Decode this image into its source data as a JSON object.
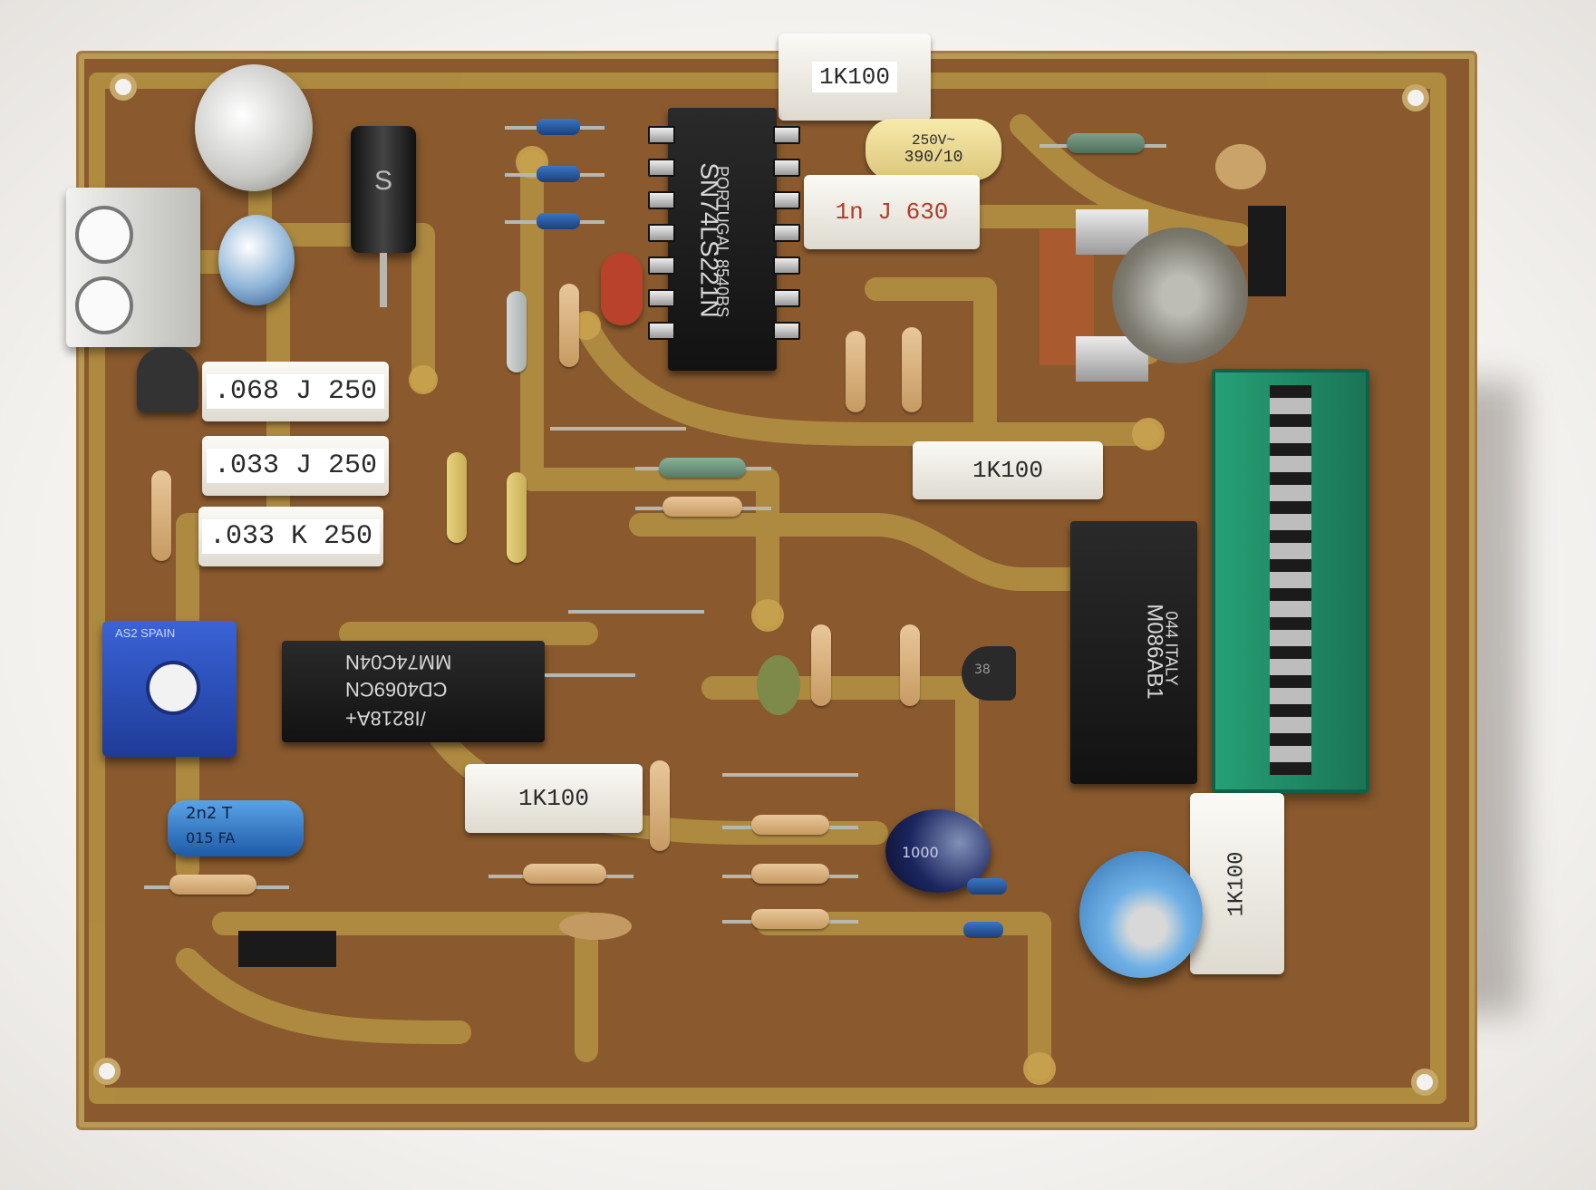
{
  "components": {
    "cap_top_left_1k": "1K100",
    "cap_yellow": "390/10",
    "cap_yellow_voltage": "250V~",
    "cap_1nj630": "1n J 630",
    "ic_top": {
      "line1": "SN74LS221N",
      "line2": "PORTUGAL 8540BS"
    },
    "cap_068": ".068 J 250",
    "cap_033j": ".033 J 250",
    "cap_033k": ".033 K 250",
    "cap_mid_right_1k": "1K100",
    "ic_bottom": {
      "line1": "MM74C04N",
      "line2": "CD4069CN",
      "line3": "/I8218A+"
    },
    "ic_right": {
      "line1": "M086AB1",
      "line2": "044 ITALY"
    },
    "cap_bottom_mid_1k": "1K100",
    "cap_bottom_right_1k": "1K100",
    "trimmer_brand": "AS2 SPAIN",
    "cap_blue_axial": "2n2 T",
    "cap_blue_axial_2": "015 FA",
    "diode_black": "S",
    "elec_cap_right": "1000",
    "transistor_label": "38"
  },
  "colors": {
    "board": "#8a5a2e",
    "trace": "#b39042",
    "solder_mask_edge": "#c6a86a",
    "green_socket": "#1f8a63",
    "blue_trimmer": "#2b4fc0"
  }
}
